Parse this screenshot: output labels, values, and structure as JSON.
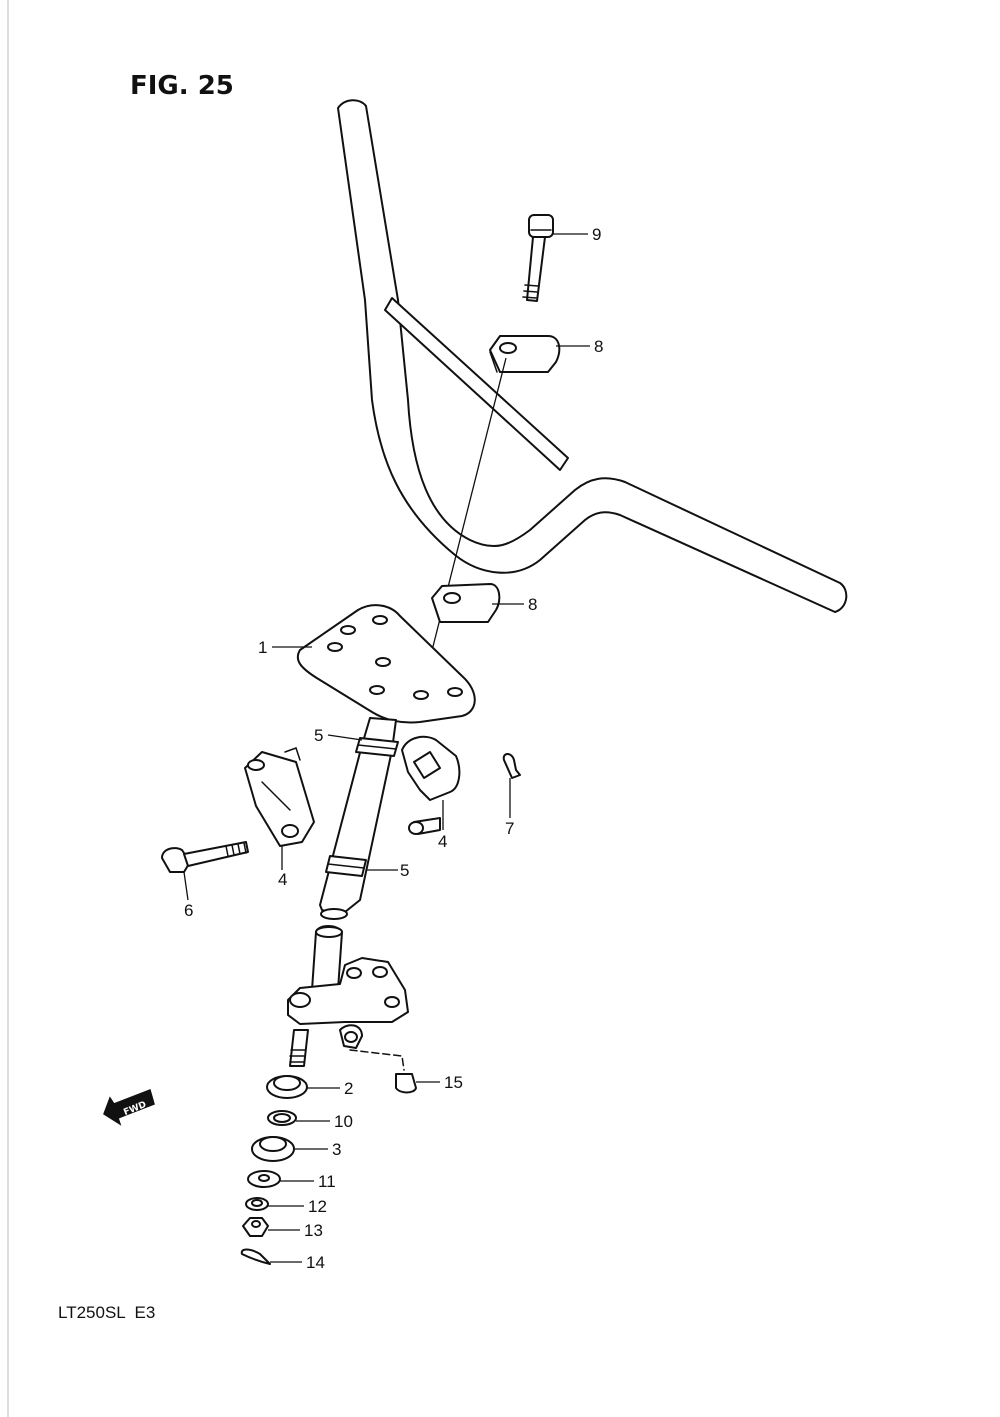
{
  "figure": {
    "title": "FIG. 25",
    "model_code": "LT250SL  E3",
    "fwd_label": "FWD"
  },
  "callouts": {
    "c1": "1",
    "c2": "2",
    "c3": "3",
    "c4a": "4",
    "c4b": "4",
    "c5a": "5",
    "c5b": "5",
    "c6": "6",
    "c7": "7",
    "c8a": "8",
    "c8b": "8",
    "c9": "9",
    "c10": "10",
    "c11": "11",
    "c12": "12",
    "c13": "13",
    "c14": "14",
    "c15": "15"
  }
}
